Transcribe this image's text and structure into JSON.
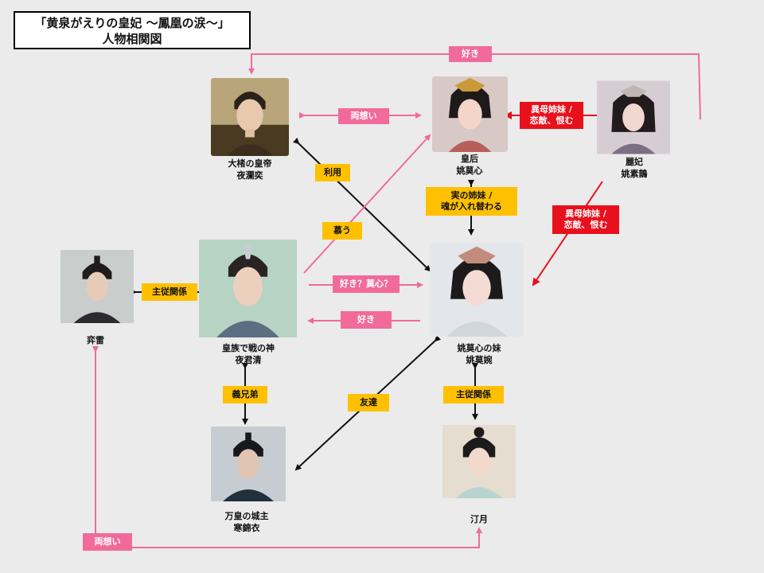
{
  "title": {
    "line1": "「黄泉がえりの皇妃 ～鳳凰の涙～」",
    "line2": "人物相関図"
  },
  "characters": {
    "emperor": {
      "role": "大楮の皇帝",
      "name": "夜瀾奕"
    },
    "empress": {
      "role": "皇后",
      "name": "姚莫心"
    },
    "reiki": {
      "role": "麗妃",
      "name": "姚素鵲"
    },
    "heroine": {
      "role": "姚莫心の妹",
      "name": "姚莫婉"
    },
    "yeking": {
      "role": "皇族で戦の神",
      "name": "夜君清"
    },
    "hanjinyi": {
      "role": "万皇の城主",
      "name": "寒錦衣"
    },
    "tingyue": {
      "role": "",
      "name": "汀月"
    },
    "yilei": {
      "role": "",
      "name": "弈雷"
    }
  },
  "relations": {
    "reiki_to_emperor": "好き",
    "emperor_empress": "両想い",
    "reiki_to_empress": [
      "異母姉妹 /",
      "恋敵、恨む"
    ],
    "reiki_to_heroine": [
      "異母姉妹 /",
      "恋敵、恨む"
    ],
    "emperor_heroine": "利用",
    "yeking_to_empress": "慕う",
    "sisters": [
      "実の姉妹 /",
      "魂が入れ替わる"
    ],
    "yeking_to_heroine": "好き？莫心？",
    "heroine_to_yeking": "好き",
    "yilei_yeking": "主従関係",
    "yeking_hanjinyi": "義兄弟",
    "heroine_hanjinyi": "友達",
    "heroine_tingyue": "主従関係",
    "yilei_tingyue": "両想い"
  },
  "colors": {
    "pink": "#f06b9a",
    "yellow": "#ffc000",
    "red": "#e8101c",
    "black": "#111111"
  }
}
